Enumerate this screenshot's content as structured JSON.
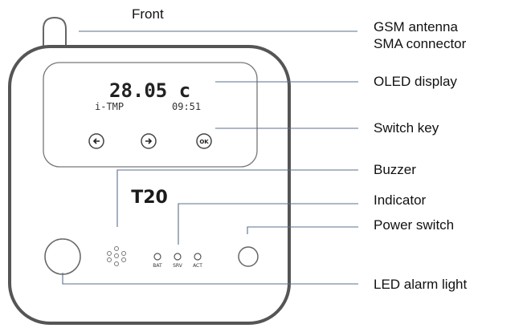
{
  "title": "Front",
  "display": {
    "reading": "28.05 c",
    "sensor": "i-TMP",
    "time": "09:51"
  },
  "model": "T20",
  "indicators": [
    "BAT",
    "SRV",
    "ACT"
  ],
  "callouts": {
    "gsm_line1": "GSM antenna",
    "gsm_line2": "SMA connector",
    "oled": "OLED display",
    "switch_key": "Switch key",
    "buzzer": "Buzzer",
    "indicator": "Indicator",
    "power": "Power switch",
    "led": "LED alarm light"
  },
  "colors": {
    "device_outline": "#555555",
    "leader_line": "#5b6f8c",
    "text": "#111111"
  }
}
